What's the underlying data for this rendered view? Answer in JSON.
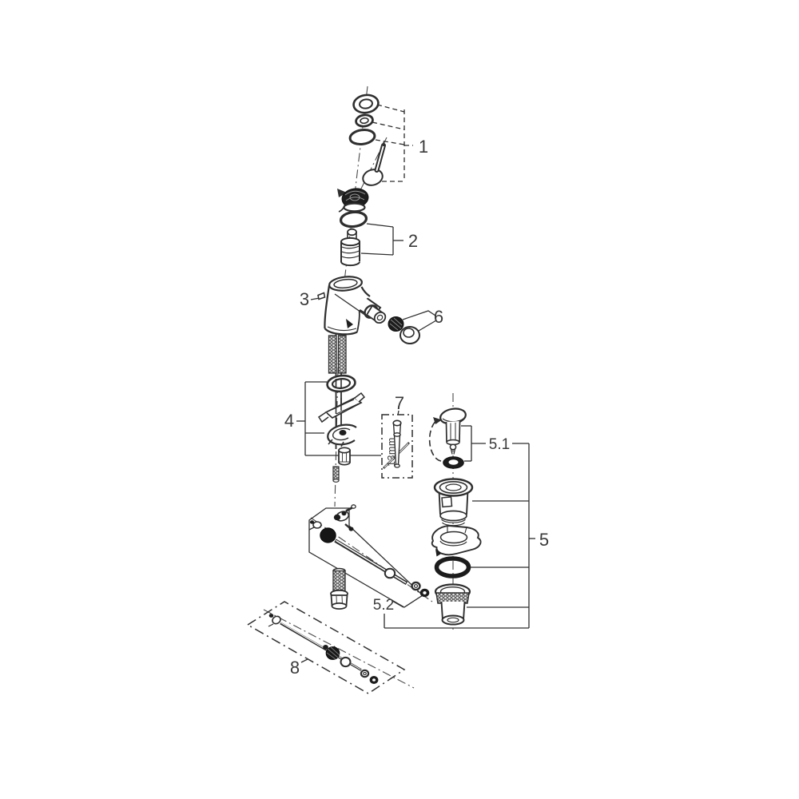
{
  "diagram": {
    "type": "exploded-view-parts-diagram",
    "background_color": "#ffffff",
    "line_color": "#2e2e2e",
    "label_color": "#3a3a3a",
    "labels": {
      "part1": "1",
      "part2": "2",
      "part3": "3",
      "part4": "4",
      "part5": "5",
      "part5_1": "5.1",
      "part5_2": "5.2",
      "part6": "6",
      "part7": "7",
      "part8": "8",
      "tool_size": "13mm"
    },
    "callouts": [
      {
        "label": "1",
        "points_to": "handle-cap-ring-oring-and-lever-pin"
      },
      {
        "label": "2",
        "points_to": "seal-ring-and-cartridge"
      },
      {
        "label": "3",
        "points_to": "faucet-body"
      },
      {
        "label": "4",
        "points_to": "base-gasket-stabilizer-plate-clamp-and-nut"
      },
      {
        "label": "5",
        "points_to": "pop-up-waste-assembly"
      },
      {
        "label": "5.1",
        "points_to": "drain-plug-and-seal"
      },
      {
        "label": "5.2",
        "points_to": "pop-up-rod-linkage"
      },
      {
        "label": "6",
        "points_to": "aerator-insert-and-housing"
      },
      {
        "label": "7",
        "points_to": "13mm-socket-tool"
      },
      {
        "label": "8",
        "points_to": "alternative-rod-linkage-kit"
      }
    ]
  }
}
